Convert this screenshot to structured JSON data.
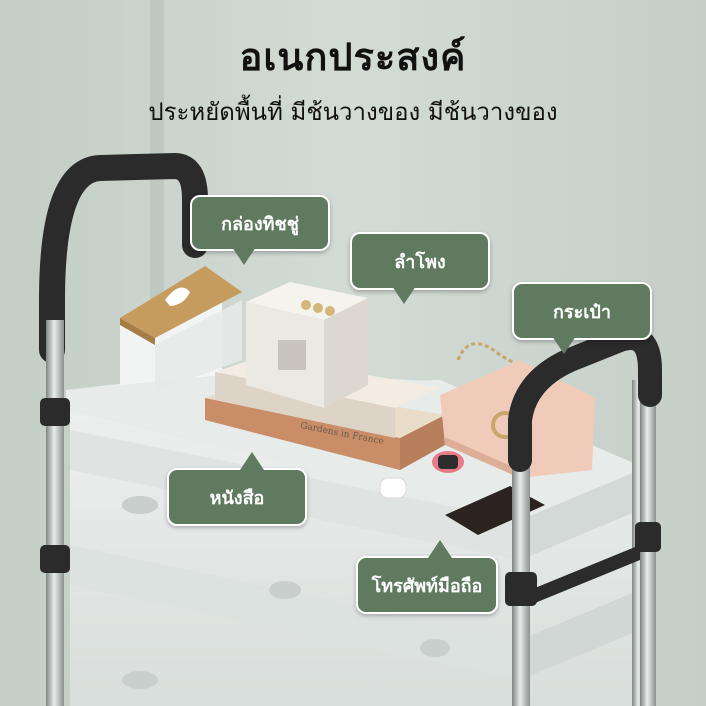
{
  "header": {
    "title": "อเนกประสงค์",
    "subtitle": "ประหยัดพื้นที่ มีช้นวางของ มีช้นวางของ"
  },
  "labels": {
    "tissue_box": "กล่องทิชชู่",
    "speaker": "ลำโพง",
    "bag": "กระเป๋า",
    "books": "หนังสือ",
    "phone": "โทรศัพท์มือถือ"
  },
  "book_spine": "Gardens in France",
  "colors": {
    "label_bg": "#5f7a5f",
    "label_text": "#ffffff",
    "wall": "#c9d3cc",
    "cart_frame": "#2b2b2b",
    "drawer": "#e8ebea"
  }
}
